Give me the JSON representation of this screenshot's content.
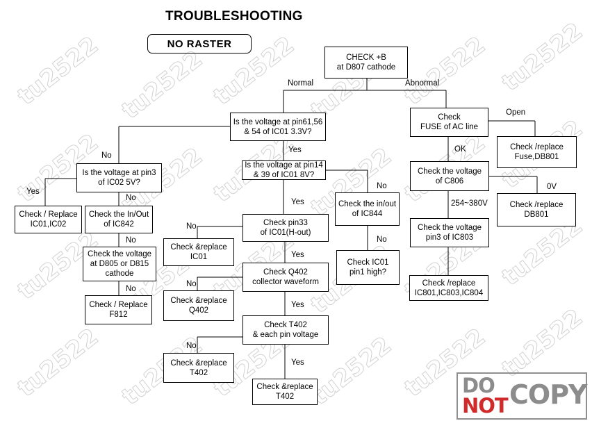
{
  "title": "TROUBLESHOOTING",
  "subtitle": "NO  RASTER",
  "watermark": "tu2522",
  "logo": {
    "do": "DO",
    "not": "NOT",
    "copy": "COPY"
  },
  "nodes": {
    "check_b": "CHECK  +B\nat D807 cathode",
    "pin61": "Is the voltage at pin61,56\n& 54 of IC01 3.3V?",
    "pin3_ic02": "Is the voltage at pin3\nof IC02 5V?",
    "replace_ic01_ic02": "Check / Replace\nIC01,IC02",
    "inout_ic842": "Check the In/Out\nof IC842",
    "voltage_d805": "Check the voltage\nat D805 or  D815\ncathode",
    "replace_f812": "Check / Replace\nF812",
    "pin14": "Is the voltage at pin14\n& 39 of IC01 8V?",
    "inout_ic844": "Check the in/out\nof IC844",
    "ic01_pin1": "Check IC01\npin1 high?",
    "pin33": "Check pin33\nof IC01(H-out)",
    "replace_ic01": "Check &replace\nIC01",
    "q402_wave": "Check Q402\ncollector waveform",
    "replace_q402": "Check &replace\nQ402",
    "t402_voltage": "Check T402\n& each pin voltage",
    "replace_t402_left": "Check &replace\nT402",
    "replace_t402_bottom": "Check &replace\nT402",
    "fuse": "Check\nFUSE of AC line",
    "replace_fuse": "Check /replace\nFuse,DB801",
    "c806": "Check the voltage\nof C806",
    "replace_db801": "Check /replace\nDB801",
    "pin3_ic803": "Check the voltage\npin3 of IC803",
    "replace_ic801": "Check /replace\nIC801,IC803,IC804"
  },
  "labels": {
    "normal": "Normal",
    "abnormal": "Abnormal",
    "no_pin61": "No",
    "yes_pin61": "Yes",
    "yes_pin3": "Yes",
    "no_pin3": "No",
    "no_ic842": "No",
    "no_d805": "No",
    "yes_pin14": "Yes",
    "no_pin14": "No",
    "no_ic844": "No",
    "no_pin33": "No",
    "yes_pin33": "Yes",
    "no_q402": "No",
    "yes_q402": "Yes",
    "no_t402": "No",
    "yes_t402": "Yes",
    "open": "Open",
    "ok": "OK",
    "zero_v": "0V",
    "range_v": "254~380V"
  }
}
